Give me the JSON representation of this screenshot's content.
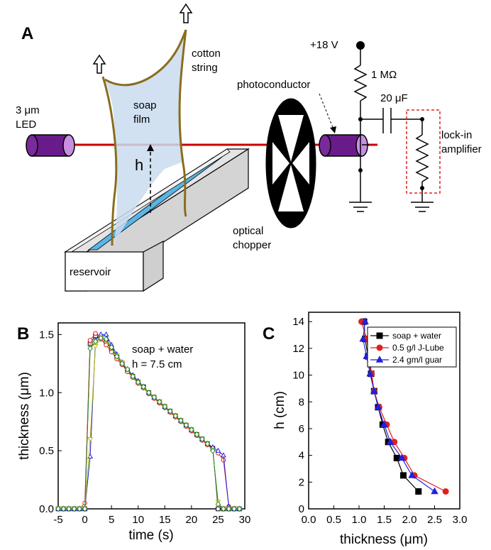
{
  "panels": {
    "a": "A",
    "b": "B",
    "c": "C"
  },
  "diagram": {
    "led_label_line1": "3 μm",
    "led_label_line2": "LED",
    "soap_film_line1": "soap",
    "soap_film_line2": "film",
    "cotton_line1": "cotton",
    "cotton_line2": "string",
    "h_label": "h",
    "reservoir_label": "reservoir",
    "chopper_line1": "optical",
    "chopper_line2": "chopper",
    "photoconductor_label": "photoconductor",
    "voltage_label": "+18 V",
    "resistor_label": "1 MΩ",
    "capacitor_label": "20 μF",
    "lockin_line1": "lock-in",
    "lockin_line2": "amplifier",
    "colors": {
      "laser": "#cc0000",
      "led": "#6a1b8a",
      "film": "#c9dcef",
      "string": "#8a6d1c",
      "water": "#5ab4e6",
      "lockin_box": "#e02020"
    }
  },
  "chart_data": [
    {
      "panel": "B",
      "type": "scatter",
      "annotation_line1": "soap + water",
      "annotation_line2": "h = 7.5 cm",
      "xlabel": "time (s)",
      "ylabel": "thickness (μm)",
      "xlim": [
        -5,
        30
      ],
      "ylim": [
        0,
        1.6
      ],
      "xticks": [
        "-5",
        "0",
        "5",
        "10",
        "15",
        "20",
        "25",
        "30"
      ],
      "xtick_values": [
        -5,
        0,
        5,
        10,
        15,
        20,
        25,
        30
      ],
      "yticks": [
        "0.0",
        "0.5",
        "1.0",
        "1.5"
      ],
      "ytick_values": [
        0,
        0.5,
        1.0,
        1.5
      ],
      "series": [
        {
          "color": "#000000",
          "marker": "square",
          "x": [
            -5,
            -4,
            -3,
            -2,
            -1,
            0,
            1,
            2,
            3,
            4,
            5,
            6,
            7,
            8,
            9,
            10,
            11,
            12,
            13,
            14,
            15,
            16,
            17,
            18,
            19,
            20,
            21,
            22,
            23,
            24,
            25,
            26,
            27,
            28,
            29
          ],
          "y": [
            0,
            0,
            0,
            0,
            0,
            0,
            1.42,
            1.49,
            1.48,
            1.44,
            1.37,
            1.31,
            1.25,
            1.19,
            1.14,
            1.09,
            1.05,
            1.0,
            0.96,
            0.92,
            0.88,
            0.84,
            0.8,
            0.76,
            0.72,
            0.68,
            0.64,
            0.6,
            0.56,
            0.52,
            0.0,
            0,
            0,
            0,
            0
          ]
        },
        {
          "color": "#e02020",
          "marker": "circle",
          "x": [
            -5,
            -4,
            -3,
            -2,
            -1,
            0,
            1,
            2,
            3,
            4,
            5,
            6,
            7,
            8,
            9,
            10,
            11,
            12,
            13,
            14,
            15,
            16,
            17,
            18,
            19,
            20,
            21,
            22,
            23,
            24,
            25,
            26,
            27,
            28,
            29
          ],
          "y": [
            0,
            0,
            0,
            0,
            0,
            0.05,
            1.45,
            1.51,
            1.46,
            1.41,
            1.35,
            1.29,
            1.24,
            1.18,
            1.13,
            1.08,
            1.04,
            0.99,
            0.95,
            0.91,
            0.87,
            0.83,
            0.79,
            0.75,
            0.71,
            0.67,
            0.63,
            0.59,
            0.55,
            0.52,
            0.48,
            0.42,
            0.02,
            0,
            0
          ]
        },
        {
          "color": "#2020e0",
          "marker": "triangle",
          "x": [
            -5,
            -4,
            -3,
            -2,
            -1,
            0,
            1,
            2,
            3,
            4,
            5,
            6,
            7,
            8,
            9,
            10,
            11,
            12,
            13,
            14,
            15,
            16,
            17,
            18,
            19,
            20,
            21,
            22,
            23,
            24,
            25,
            26,
            27,
            28,
            29
          ],
          "y": [
            0,
            0,
            0,
            0,
            0,
            0,
            0.45,
            1.45,
            1.5,
            1.5,
            1.41,
            1.33,
            1.26,
            1.2,
            1.15,
            1.1,
            1.05,
            1.0,
            0.96,
            0.92,
            0.88,
            0.84,
            0.8,
            0.76,
            0.72,
            0.68,
            0.64,
            0.6,
            0.56,
            0.53,
            0.5,
            0.46,
            0.02,
            0,
            0
          ]
        },
        {
          "color": "#b8b800",
          "marker": "down-triangle",
          "x": [
            -5,
            -4,
            -3,
            -2,
            -1,
            0,
            1,
            2,
            3,
            4,
            5,
            6,
            7,
            8,
            9,
            10,
            11,
            12,
            13,
            14,
            15,
            16,
            17,
            18,
            19,
            20,
            21,
            22,
            23,
            24,
            25,
            26,
            27,
            28,
            29
          ],
          "y": [
            0,
            0,
            0,
            0,
            0,
            0,
            0.6,
            1.4,
            1.47,
            1.45,
            1.38,
            1.32,
            1.26,
            1.2,
            1.14,
            1.09,
            1.04,
            1.0,
            0.96,
            0.92,
            0.88,
            0.84,
            0.8,
            0.76,
            0.72,
            0.68,
            0.64,
            0.6,
            0.56,
            0.5,
            0.06,
            0,
            0,
            0,
            0
          ]
        },
        {
          "color": "#2a8a2a",
          "marker": "diamond",
          "x": [
            -5,
            -4,
            -3,
            -2,
            -1,
            0,
            1,
            2,
            3,
            4,
            5,
            6,
            7,
            8,
            9,
            10,
            11,
            12,
            13,
            14,
            15,
            16,
            17,
            18,
            19,
            20,
            21,
            22,
            23,
            24,
            25,
            26,
            27,
            28,
            29
          ],
          "y": [
            0,
            0,
            0,
            0,
            0,
            0,
            1.38,
            1.44,
            1.47,
            1.46,
            1.39,
            1.31,
            1.25,
            1.2,
            1.14,
            1.09,
            1.05,
            1.0,
            0.96,
            0.92,
            0.88,
            0.84,
            0.8,
            0.76,
            0.72,
            0.68,
            0.64,
            0.6,
            0.56,
            0.5,
            0.04,
            0,
            0,
            0,
            0
          ]
        }
      ]
    },
    {
      "panel": "C",
      "type": "line",
      "xlabel": "thickness (μm)",
      "ylabel": "h (cm)",
      "xlim": [
        0,
        3.0
      ],
      "ylim": [
        0,
        14.7
      ],
      "xticks": [
        "0.0",
        "0.5",
        "1.0",
        "1.5",
        "2.0",
        "2.5",
        "3.0"
      ],
      "xtick_values": [
        0,
        0.5,
        1.0,
        1.5,
        2.0,
        2.5,
        3.0
      ],
      "yticks": [
        "0",
        "2",
        "4",
        "6",
        "8",
        "10",
        "12",
        "14"
      ],
      "ytick_values": [
        0,
        2,
        4,
        6,
        8,
        10,
        12,
        14
      ],
      "legend_position": "top-right",
      "series": [
        {
          "name": "soap + water",
          "color": "#000000",
          "marker": "square",
          "x": [
            2.18,
            1.88,
            1.75,
            1.58,
            1.47,
            1.38,
            1.3,
            1.24,
            1.18,
            1.12,
            1.1
          ],
          "y": [
            1.3,
            2.5,
            3.8,
            5.0,
            6.3,
            7.6,
            8.8,
            10.1,
            11.4,
            12.7,
            14.0
          ]
        },
        {
          "name": "0.5 g/l J-Lube",
          "color": "#e02020",
          "marker": "circle",
          "x": [
            2.72,
            2.1,
            1.9,
            1.7,
            1.55,
            1.4,
            1.3,
            1.25,
            1.2,
            1.15,
            1.05
          ],
          "y": [
            1.3,
            2.5,
            3.8,
            5.0,
            6.3,
            7.6,
            8.8,
            10.1,
            11.4,
            12.7,
            14.0
          ]
        },
        {
          "name": "2.4 gm/l guar",
          "color": "#2020e0",
          "marker": "triangle",
          "x": [
            2.5,
            2.05,
            1.85,
            1.62,
            1.5,
            1.38,
            1.3,
            1.22,
            1.15,
            1.08,
            1.12
          ],
          "y": [
            1.3,
            2.5,
            3.8,
            5.0,
            6.3,
            7.6,
            8.8,
            10.1,
            11.4,
            12.7,
            14.0
          ]
        }
      ]
    }
  ]
}
